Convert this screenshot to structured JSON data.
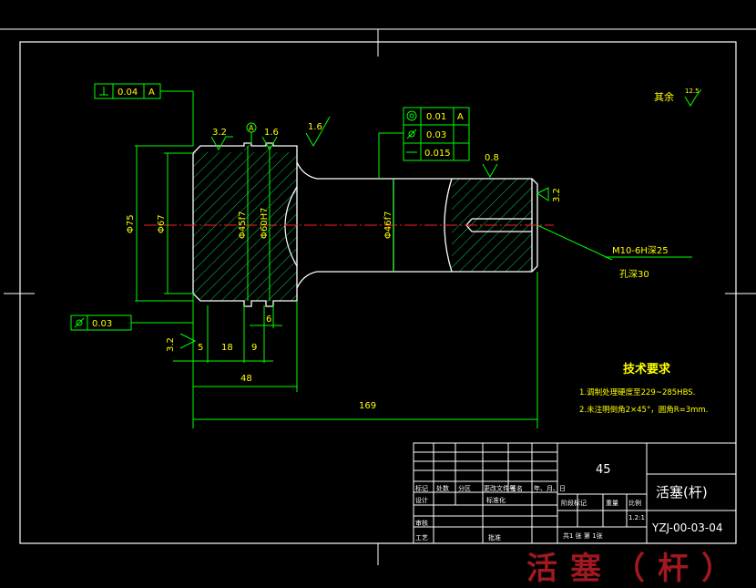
{
  "tolerances": {
    "perp": {
      "value": "0.04",
      "datum": "A"
    },
    "cyl_left": {
      "value": "0.03"
    },
    "frame": {
      "v1": "0.01",
      "datum": "A",
      "v2": "0.03",
      "v3": "0.015"
    }
  },
  "roughness": {
    "r1": "3.2",
    "r2": "1.6",
    "r3": "1.6",
    "r4": "0.8",
    "r5": "3.2",
    "r6": "3.2",
    "rest_label": "其余",
    "rest_value": "12.5"
  },
  "datum_label": "A",
  "dimensions": {
    "d75": "Φ75",
    "d67": "Φ67",
    "d45": "Φ45f7",
    "d60": "Φ60H7",
    "d46": "Φ46f7",
    "d5": "5",
    "d18": "18",
    "d9": "9",
    "d6": "6",
    "d48": "48",
    "d169": "169"
  },
  "callout": {
    "thread": "M10-6H深25",
    "hole": "孔深30"
  },
  "requirements": {
    "title": "技术要求",
    "line1": "1.调制处理硬度至229~285HBS.",
    "line2": "2.未注明倒角2×45°，圆角R=3mm."
  },
  "title_block": {
    "material": "45",
    "part_name": "活塞(杆)",
    "drawing_no": "YZJ-00-03-04",
    "scale": "1.2:1",
    "h_mark": "标记",
    "h_count": "处数",
    "h_zone": "分区",
    "h_docno": "更改文件号",
    "h_sign": "签名",
    "h_date": "年、月、日",
    "design": "设计",
    "standard": "标准化",
    "stage": "阶段标记",
    "weight": "重量",
    "scale_label": "比例",
    "review": "审核",
    "process": "工艺",
    "approve": "批准",
    "sheets": "共1 张  第 1张"
  },
  "watermark": "活塞（杆）",
  "colors": {
    "outline": "#ffffff",
    "dimension": "#00ff00",
    "centerline": "#ff0000",
    "hatch": "#00ff00",
    "text": "#ffff00",
    "watermark": "#a01820"
  }
}
